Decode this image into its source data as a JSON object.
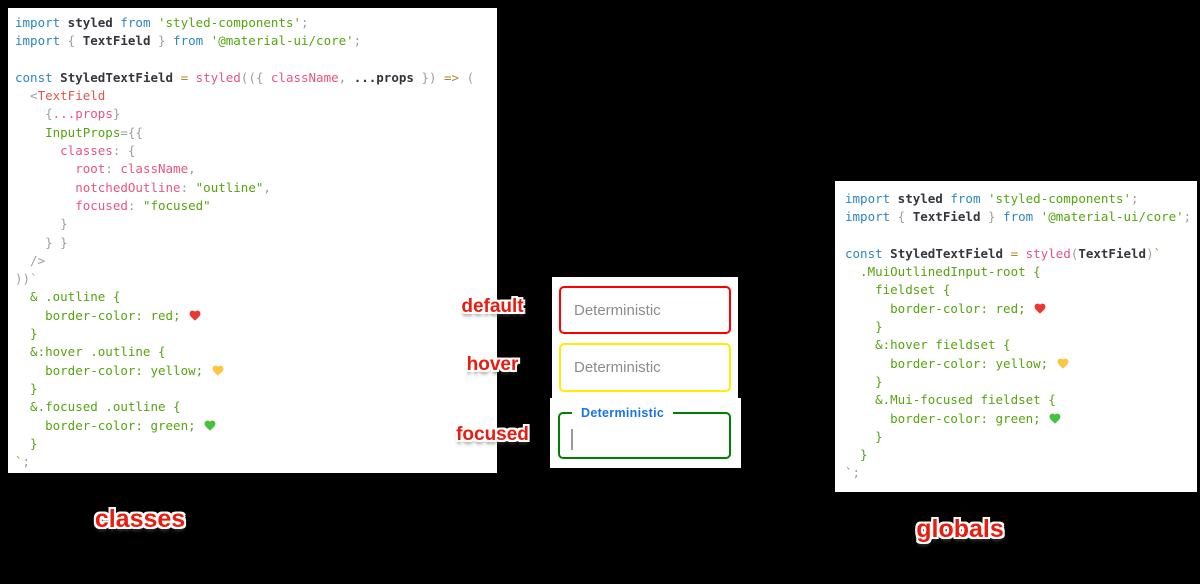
{
  "colors": {
    "kw": "#2e86c1",
    "ident": "#33363c",
    "pink": "#e8557f",
    "tag": "#e45649",
    "green": "#56a410",
    "gray": "#9c9ea3",
    "op": "#b5832a",
    "anno-red": "#e91c0f",
    "label-blue": "#1a73e8",
    "placeholder": "#8c8c8c",
    "caret": "#9a9a9a",
    "border-red": "#ff0000",
    "border-yellow": "#ffee00",
    "border-green": "#008000",
    "heart-red": "#e8382f",
    "heart-yellow": "#fcc640",
    "heart-green": "#43c23d"
  },
  "code": {
    "classes": {
      "lines": [
        [
          [
            "kw",
            "import"
          ],
          [
            "id",
            " styled "
          ],
          [
            "kw",
            "from"
          ],
          [
            "str",
            " 'styled-components'"
          ],
          [
            "gray",
            ";"
          ]
        ],
        [
          [
            "kw",
            "import"
          ],
          [
            "gray",
            " { "
          ],
          [
            "id",
            "TextField"
          ],
          [
            "gray",
            " } "
          ],
          [
            "kw",
            "from"
          ],
          [
            "str",
            " '@material-ui/core'"
          ],
          [
            "gray",
            ";"
          ]
        ],
        [],
        [
          [
            "kw",
            "const"
          ],
          [
            "id",
            " StyledTextField "
          ],
          [
            "op",
            "="
          ],
          [
            "pink",
            " styled"
          ],
          [
            "gray",
            "(({ "
          ],
          [
            "pink",
            "className"
          ],
          [
            "gray",
            ", "
          ],
          [
            "id",
            "...props"
          ],
          [
            "gray",
            " }) "
          ],
          [
            "op",
            "=>"
          ],
          [
            "gray",
            " ("
          ]
        ],
        [
          [
            "gray",
            "  <"
          ],
          [
            "tag",
            "TextField"
          ]
        ],
        [
          [
            "gray",
            "    {"
          ],
          [
            "pink",
            "...props"
          ],
          [
            "gray",
            "}"
          ]
        ],
        [
          [
            "str",
            "    InputProps"
          ],
          [
            "gray",
            "={{"
          ]
        ],
        [
          [
            "pink",
            "      classes"
          ],
          [
            "gray",
            ": {"
          ]
        ],
        [
          [
            "pink",
            "        root"
          ],
          [
            "gray",
            ": "
          ],
          [
            "pink",
            "className"
          ],
          [
            "gray",
            ","
          ]
        ],
        [
          [
            "pink",
            "        notchedOutline"
          ],
          [
            "gray",
            ": "
          ],
          [
            "str",
            "\"outline\""
          ],
          [
            "gray",
            ","
          ]
        ],
        [
          [
            "pink",
            "        focused"
          ],
          [
            "gray",
            ": "
          ],
          [
            "str",
            "\"focused\""
          ]
        ],
        [
          [
            "gray",
            "      }"
          ]
        ],
        [
          [
            "gray",
            "    } }"
          ]
        ],
        [
          [
            "gray",
            "  />"
          ]
        ],
        [
          [
            "gray",
            "))`"
          ]
        ],
        [
          [
            "str",
            "  & .outline {"
          ]
        ],
        [
          [
            "str",
            "    border-color: red; "
          ],
          [
            "heart",
            "#e8382f",
            "red-heart-icon"
          ]
        ],
        [
          [
            "str",
            "  }"
          ]
        ],
        [
          [
            "str",
            "  &:hover .outline {"
          ]
        ],
        [
          [
            "str",
            "    border-color: yellow; "
          ],
          [
            "heart",
            "#fcc640",
            "yellow-heart-icon"
          ]
        ],
        [
          [
            "str",
            "  }"
          ]
        ],
        [
          [
            "str",
            "  &.focused .outline {"
          ]
        ],
        [
          [
            "str",
            "    border-color: green; "
          ],
          [
            "heart",
            "#43c23d",
            "green-heart-icon"
          ]
        ],
        [
          [
            "str",
            "  }"
          ]
        ],
        [
          [
            "str",
            "`"
          ],
          [
            "gray",
            ";"
          ]
        ]
      ]
    },
    "globals": {
      "lines": [
        [
          [
            "kw",
            "import"
          ],
          [
            "id",
            " styled "
          ],
          [
            "kw",
            "from"
          ],
          [
            "str",
            " 'styled-components'"
          ],
          [
            "gray",
            ";"
          ]
        ],
        [
          [
            "kw",
            "import"
          ],
          [
            "gray",
            " { "
          ],
          [
            "id",
            "TextField"
          ],
          [
            "gray",
            " } "
          ],
          [
            "kw",
            "from"
          ],
          [
            "str",
            " '@material-ui/core'"
          ],
          [
            "gray",
            ";"
          ]
        ],
        [],
        [
          [
            "kw",
            "const"
          ],
          [
            "id",
            " StyledTextField "
          ],
          [
            "op",
            "="
          ],
          [
            "pink",
            " styled"
          ],
          [
            "gray",
            "("
          ],
          [
            "id",
            "TextField"
          ],
          [
            "gray",
            ")"
          ],
          [
            "str",
            "`"
          ]
        ],
        [
          [
            "str",
            "  .MuiOutlinedInput-root {"
          ]
        ],
        [
          [
            "str",
            "    fieldset {"
          ]
        ],
        [
          [
            "str",
            "      border-color: red; "
          ],
          [
            "heart",
            "#e8382f",
            "red-heart-icon"
          ]
        ],
        [
          [
            "str",
            "    }"
          ]
        ],
        [
          [
            "str",
            "    &:hover fieldset {"
          ]
        ],
        [
          [
            "str",
            "      border-color: yellow; "
          ],
          [
            "heart",
            "#fcc640",
            "yellow-heart-icon"
          ]
        ],
        [
          [
            "str",
            "    }"
          ]
        ],
        [
          [
            "str",
            "    &.Mui-focused fieldset {"
          ]
        ],
        [
          [
            "str",
            "      border-color: green; "
          ],
          [
            "heart",
            "#43c23d",
            "green-heart-icon"
          ]
        ],
        [
          [
            "str",
            "    }"
          ]
        ],
        [
          [
            "str",
            "  }"
          ]
        ],
        [
          [
            "str",
            "`"
          ],
          [
            "gray",
            ";"
          ]
        ]
      ]
    }
  },
  "preview": {
    "fields": [
      {
        "state": "default",
        "label": "Deterministic",
        "border_color": "#ff0000"
      },
      {
        "state": "hover",
        "label": "Deterministic",
        "border_color": "#ffee00"
      },
      {
        "state": "focused",
        "label": "Deterministic",
        "border_color": "#008000",
        "label_color": "#1a73e8"
      }
    ],
    "annotations": [
      "default",
      "hover",
      "focused"
    ]
  },
  "captions": {
    "left": "classes",
    "right": "globals"
  }
}
